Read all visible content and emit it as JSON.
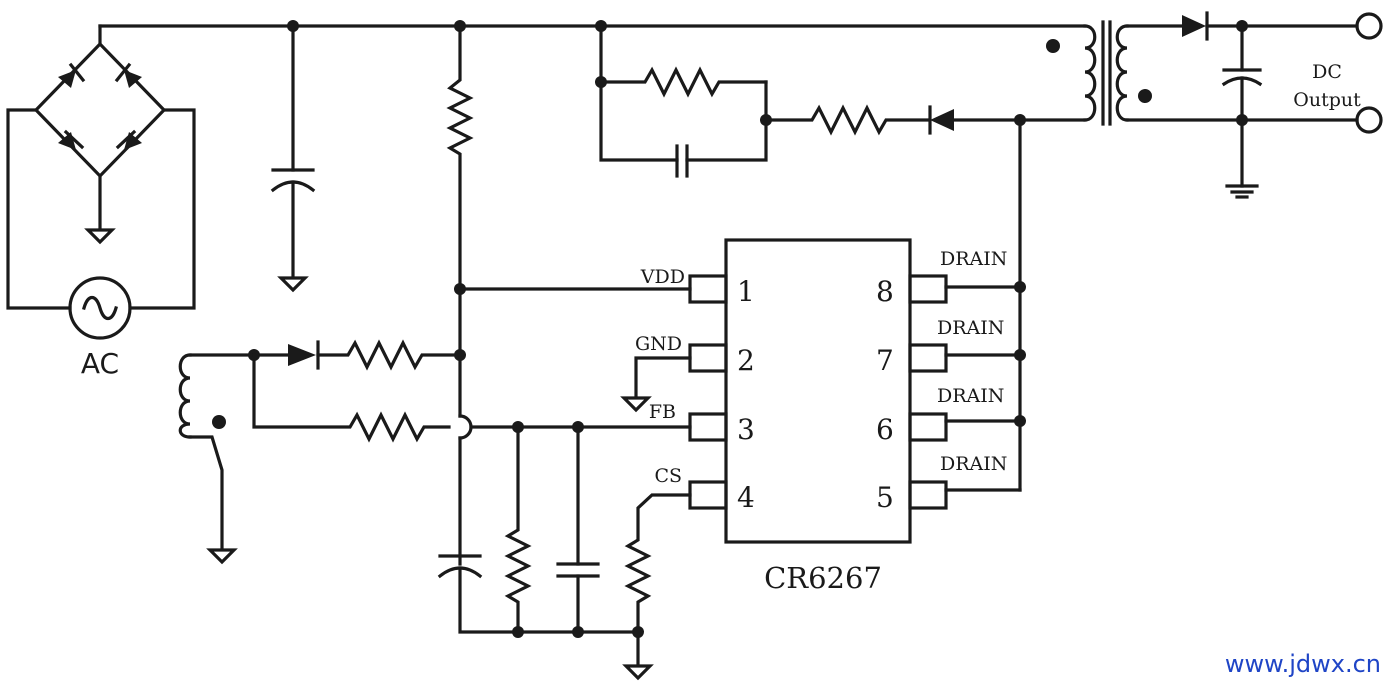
{
  "labels": {
    "ac_source": "AC",
    "dc_output_line1": "DC",
    "dc_output_line2": "Output",
    "chip_name": "CR6267",
    "watermark": "www.jdwx.cn"
  },
  "pins": [
    {
      "number": "1",
      "name": "VDD"
    },
    {
      "number": "2",
      "name": "GND"
    },
    {
      "number": "3",
      "name": "FB"
    },
    {
      "number": "4",
      "name": "CS"
    },
    {
      "number": "8",
      "name": "DRAIN"
    },
    {
      "number": "7",
      "name": "DRAIN"
    },
    {
      "number": "6",
      "name": "DRAIN"
    },
    {
      "number": "5",
      "name": "DRAIN"
    }
  ],
  "colors": {
    "line": "#1a1a1a",
    "watermark": "#1f45c6"
  }
}
